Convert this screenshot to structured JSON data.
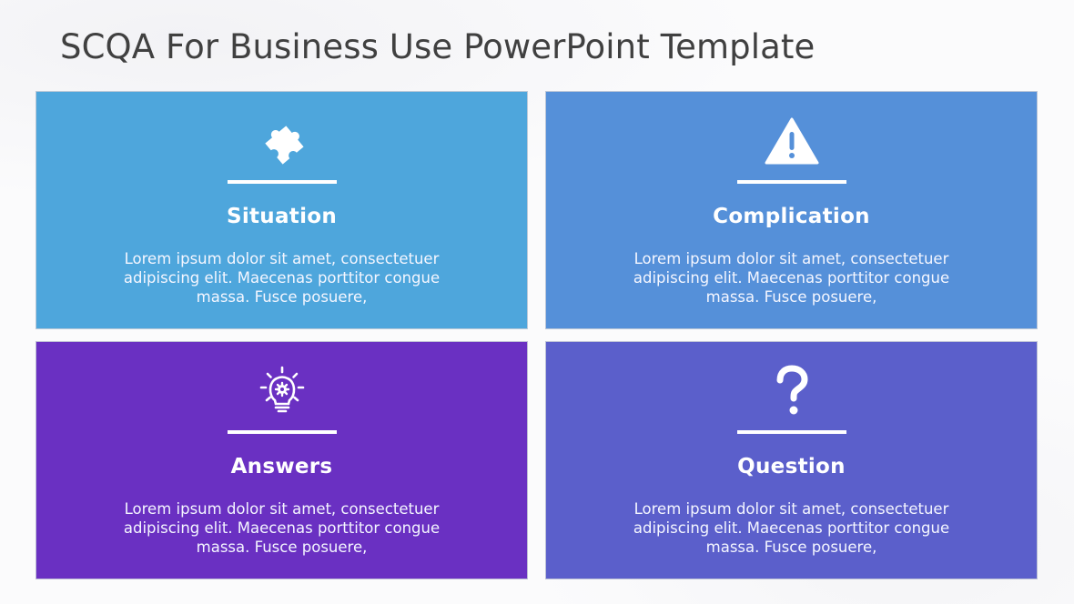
{
  "slide": {
    "title": "SCQA For Business Use PowerPoint Template"
  },
  "cards": [
    {
      "id": "situation",
      "heading": "Situation",
      "body": "Lorem ipsum dolor sit amet, consectetuer adipiscing elit. Maecenas porttitor congue massa. Fusce posuere,",
      "icon": "puzzle-piece-icon",
      "color": "#4ea6dc"
    },
    {
      "id": "complication",
      "heading": "Complication",
      "body": "Lorem ipsum dolor sit amet, consectetuer adipiscing elit. Maecenas porttitor congue massa. Fusce posuere,",
      "icon": "warning-triangle-icon",
      "color": "#5590d9"
    },
    {
      "id": "answers",
      "heading": "Answers",
      "body": "Lorem ipsum dolor sit amet, consectetuer adipiscing elit. Maecenas porttitor congue massa. Fusce posuere,",
      "icon": "lightbulb-gear-icon",
      "color": "#6a30c2"
    },
    {
      "id": "question",
      "heading": "Question",
      "body": "Lorem ipsum dolor sit amet, consectetuer adipiscing elit. Maecenas porttitor congue massa. Fusce posuere,",
      "icon": "question-mark-icon",
      "color": "#5b5fcb"
    }
  ]
}
